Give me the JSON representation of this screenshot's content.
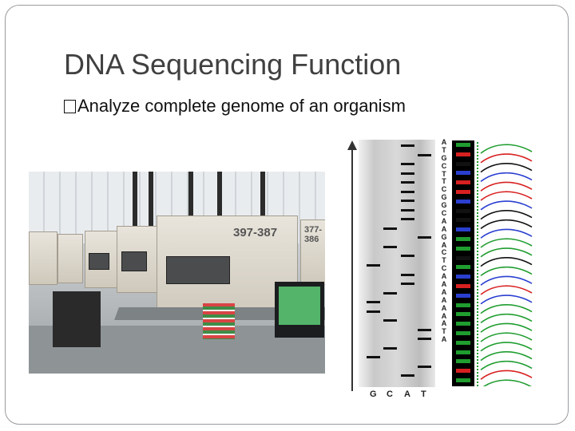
{
  "slide": {
    "title": "DNA Sequencing Function",
    "bullet": "Analyze complete genome of an organism"
  },
  "photo": {
    "machine_labels": [
      "397-387",
      "377-386"
    ]
  },
  "gel": {
    "lane_labels": [
      "G",
      "C",
      "A",
      "T"
    ],
    "bases": [
      "A",
      "T",
      "G",
      "C",
      "T",
      "T",
      "C",
      "G",
      "G",
      "C",
      "A",
      "A",
      "G",
      "A",
      "C",
      "T",
      "C",
      "A",
      "A",
      "A",
      "A",
      "A",
      "A",
      "A",
      "T",
      "A"
    ]
  },
  "colors": {
    "A": "#1f9d2f",
    "T": "#d82020",
    "G": "#111111",
    "C": "#2a3fd0"
  }
}
